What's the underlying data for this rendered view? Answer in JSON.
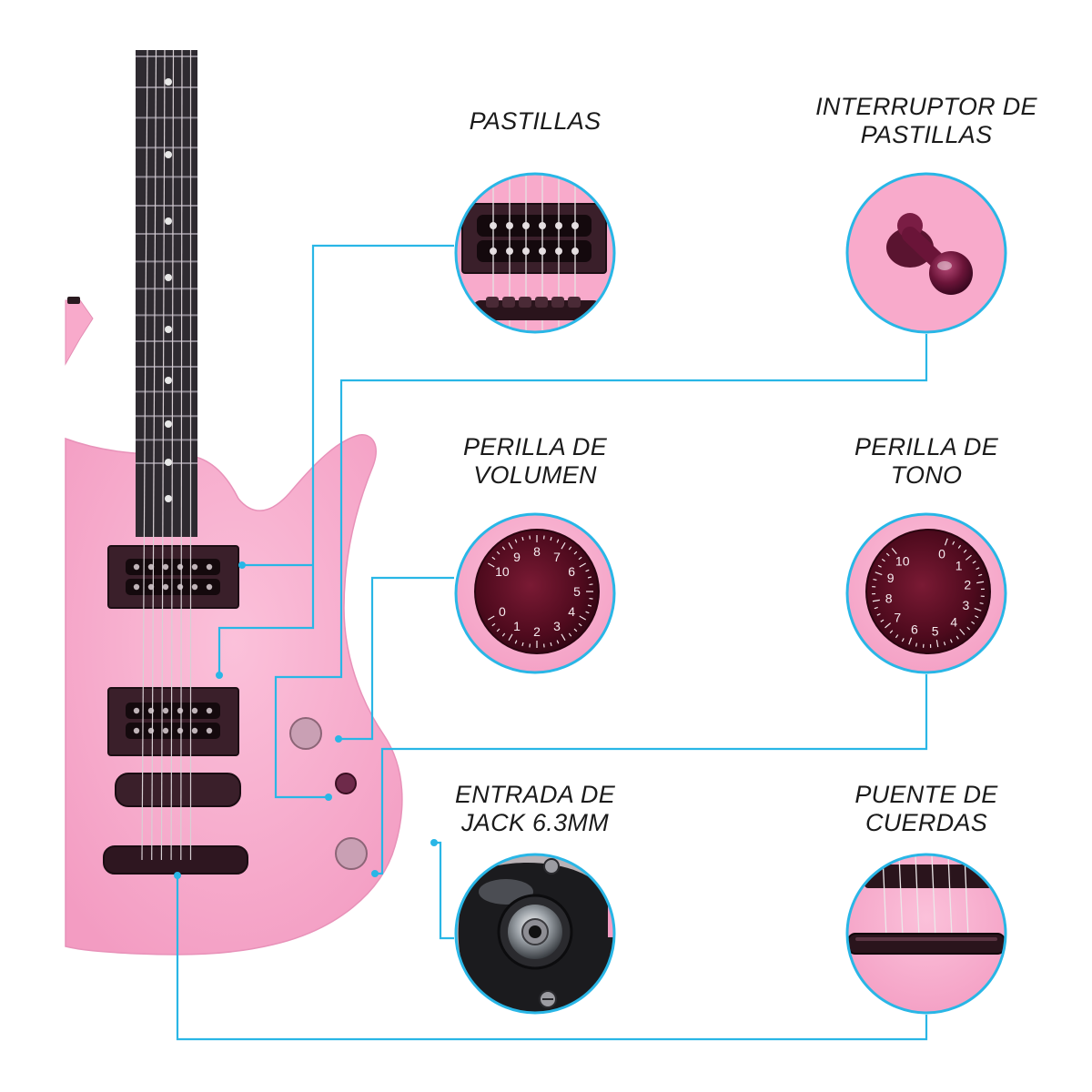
{
  "colors": {
    "accent_line": "#29b6e6",
    "guitar_pink": "#f8aacb",
    "guitar_pink_dark": "#f08fb8",
    "fretboard": "#2e2a30",
    "hardware": "#3a1f2a",
    "knob_red": "#5e0f24"
  },
  "callouts": [
    {
      "id": "pickups",
      "lines": [
        "PASTILLAS"
      ],
      "icon": "humbucker-pickup-icon"
    },
    {
      "id": "pickup-switch",
      "lines": [
        "INTERRUPTOR DE",
        "PASTILLAS"
      ],
      "icon": "toggle-switch-icon"
    },
    {
      "id": "volume-knob",
      "lines": [
        "PERILLA DE",
        "VOLUMEN"
      ],
      "icon": "volume-knob-icon"
    },
    {
      "id": "tone-knob",
      "lines": [
        "PERILLA DE",
        "TONO"
      ],
      "icon": "tone-knob-icon"
    },
    {
      "id": "jack-input",
      "lines": [
        "ENTRADA DE",
        "JACK 6.3MM"
      ],
      "icon": "jack-input-icon"
    },
    {
      "id": "bridge",
      "lines": [
        "PUENTE DE",
        "CUERDAS"
      ],
      "icon": "string-bridge-icon"
    }
  ],
  "knob_scale": [
    "0",
    "1",
    "2",
    "3",
    "4",
    "5",
    "6",
    "7",
    "8",
    "9",
    "10"
  ]
}
